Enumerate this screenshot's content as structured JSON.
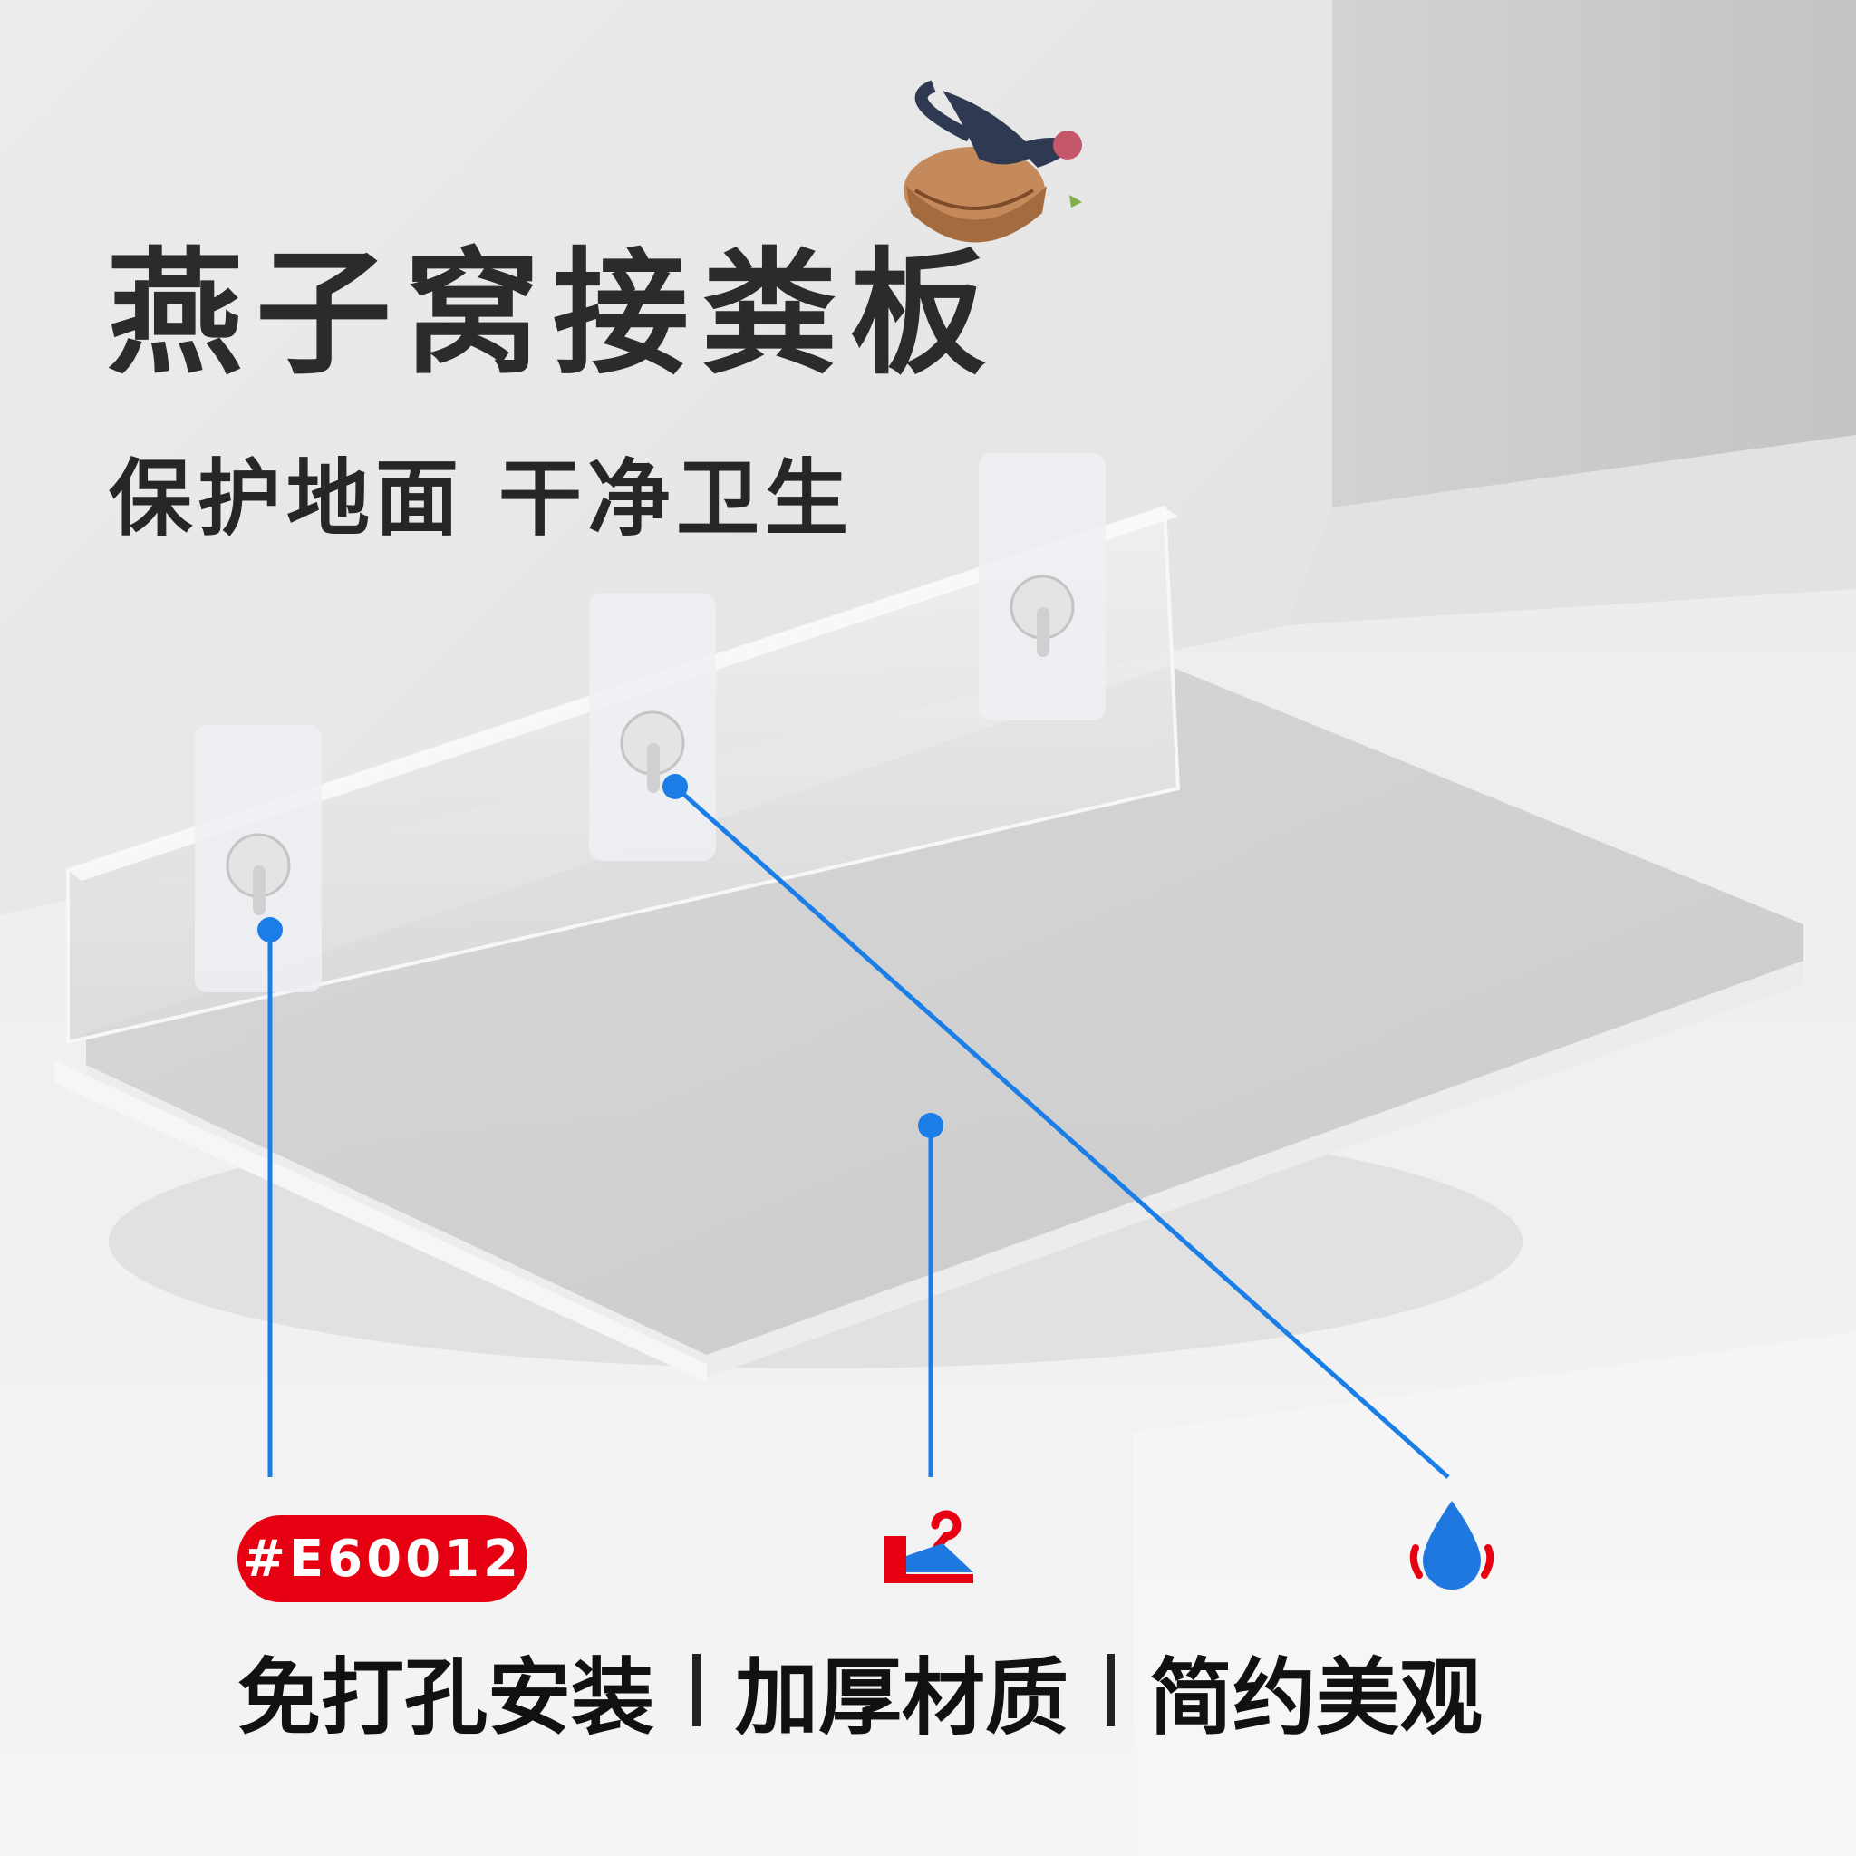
{
  "headline": {
    "title": "燕子窝接粪板",
    "subtitle": "保护地面 干净卫生"
  },
  "badge": {
    "label": "#E60012"
  },
  "features": [
    {
      "label": "免打孔安装",
      "icon": "hook-hanger-icon"
    },
    {
      "label": "加厚材质",
      "icon": "layered-board-icon"
    },
    {
      "label": "简约美观",
      "icon": "water-drop-icon"
    }
  ],
  "colors": {
    "accent_red": "#e60012",
    "callout_blue": "#1a7ee6",
    "drop_blue": "#1f78e0",
    "title_text": "#2b2b2b"
  },
  "illustration": {
    "logo": "swallow-nest-icon",
    "product": "clear-acrylic-shelf"
  }
}
